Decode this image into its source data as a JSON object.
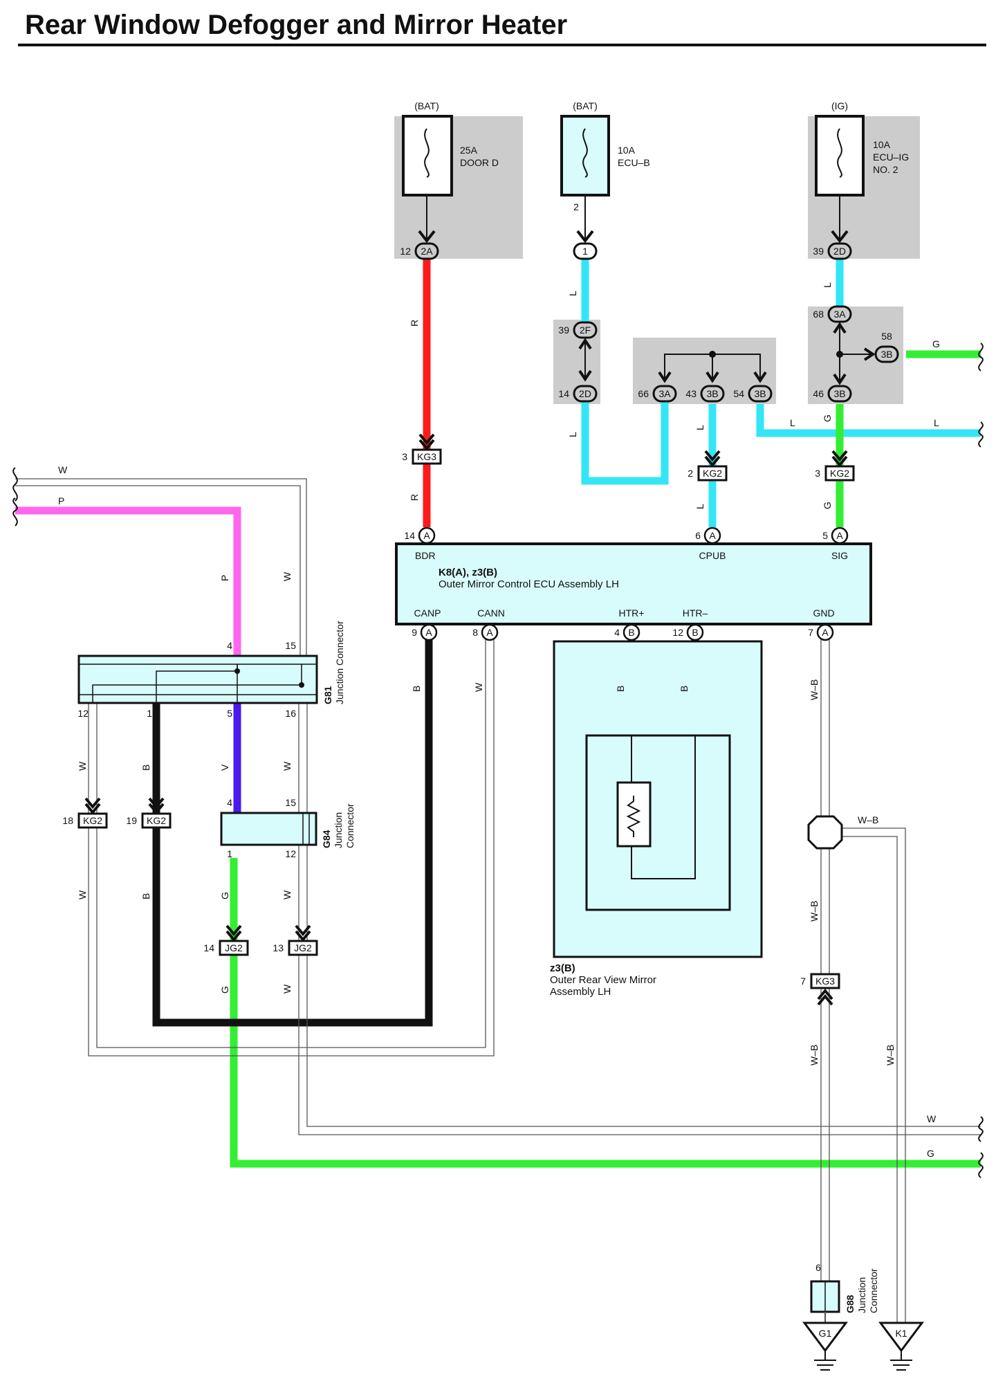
{
  "title": "Rear Window Defogger and Mirror Heater",
  "colors": {
    "red": "#ff1a1a",
    "cyan": "#33e6f5",
    "green": "#33ee33",
    "pink": "#ff66ee",
    "violet": "#4a1aee",
    "black": "#111111",
    "fill_cyan": "#d8fbfb",
    "fill_gray": "#cccccc"
  },
  "fuses": [
    {
      "source": "(BAT)",
      "rating": "25A",
      "name": "DOOR D",
      "name2": ""
    },
    {
      "source": "(BAT)",
      "rating": "10A",
      "name": "ECU–B",
      "name2": ""
    },
    {
      "source": "(IG)",
      "rating": "10A",
      "name": "ECU–IG",
      "name2": "NO. 2"
    }
  ],
  "connectors": {
    "c_2a": {
      "pin": "12",
      "id": "2A"
    },
    "c_1": {
      "pin": "2",
      "id": "1"
    },
    "c_2d_top": {
      "pin": "39",
      "id": "2D"
    },
    "c_2f": {
      "pin": "39",
      "id": "2F"
    },
    "c_2d_mid": {
      "pin": "14",
      "id": "2D"
    },
    "c_3a_66": {
      "pin": "66",
      "id": "3A"
    },
    "c_3b_43": {
      "pin": "43",
      "id": "3B"
    },
    "c_3b_54": {
      "pin": "54",
      "id": "3B"
    },
    "c_3a_68": {
      "pin": "68",
      "id": "3A"
    },
    "c_3b_58": {
      "pin": "58",
      "id": "3B"
    },
    "c_3b_46": {
      "pin": "46",
      "id": "3B"
    },
    "kg3_top": {
      "pin": "3",
      "id": "KG3"
    },
    "kg2_cpub": {
      "pin": "2",
      "id": "KG2"
    },
    "kg2_sig": {
      "pin": "3",
      "id": "KG2"
    },
    "kg2_18": {
      "pin": "18",
      "id": "KG2"
    },
    "kg2_19": {
      "pin": "19",
      "id": "KG2"
    },
    "jg2_14": {
      "pin": "14",
      "id": "JG2"
    },
    "jg2_13": {
      "pin": "13",
      "id": "JG2"
    },
    "kg3_bottom": {
      "pin": "7",
      "id": "KG3"
    }
  },
  "ecu": {
    "id": "K8(A), z3(B)",
    "name": "Outer Mirror Control ECU Assembly LH",
    "terms": [
      {
        "pin": "14",
        "id": "A",
        "label": "BDR"
      },
      {
        "pin": "6",
        "id": "A",
        "label": "CPUB"
      },
      {
        "pin": "5",
        "id": "A",
        "label": "SIG"
      },
      {
        "pin": "9",
        "id": "A",
        "label": "CANP"
      },
      {
        "pin": "8",
        "id": "A",
        "label": "CANN"
      },
      {
        "pin": "4",
        "id": "B",
        "label": "HTR+"
      },
      {
        "pin": "12",
        "id": "B",
        "label": "HTR–"
      },
      {
        "pin": "7",
        "id": "A",
        "label": "GND"
      }
    ]
  },
  "mirror": {
    "id": "z3(B)",
    "name1": "Outer Rear View Mirror",
    "name2": "Assembly LH"
  },
  "junctions": {
    "g81": {
      "id": "G81",
      "name": "Junction Connector",
      "pins": [
        "4",
        "15",
        "12",
        "1",
        "5",
        "16"
      ]
    },
    "g84": {
      "id": "G84",
      "name1": "Junction",
      "name2": "Connector",
      "pins": [
        "4",
        "15",
        "1",
        "12"
      ]
    },
    "g88": {
      "id": "G88",
      "name1": "Junction",
      "name2": "Connector",
      "pin": "6"
    }
  },
  "grounds": [
    "G1",
    "K1"
  ],
  "wire_labels": {
    "w": "W",
    "p": "P",
    "r": "R",
    "l": "L",
    "g": "G",
    "b": "B",
    "v": "V",
    "wb": "W–B"
  }
}
